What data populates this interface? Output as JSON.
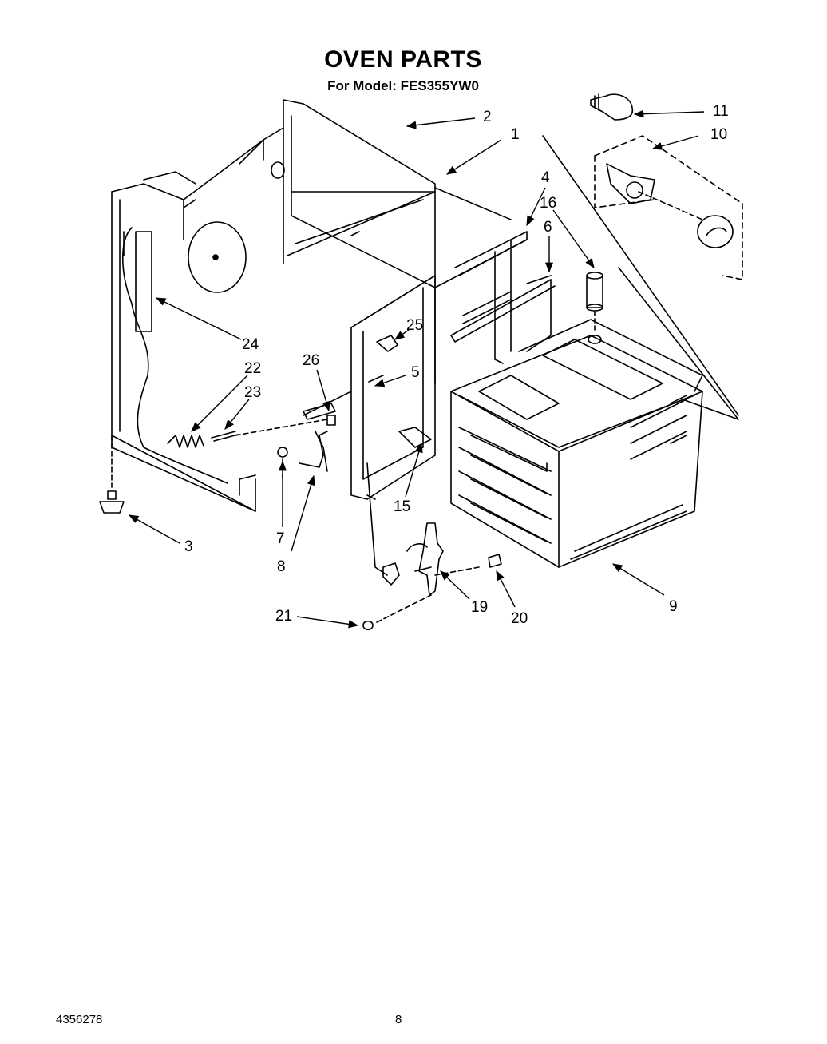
{
  "header": {
    "title": "OVEN PARTS",
    "subtitle": "For Model: FES355YW0"
  },
  "footer": {
    "doc_number": "4356278",
    "page_number": "8"
  },
  "callouts": [
    "1",
    "2",
    "3",
    "4",
    "5",
    "6",
    "7",
    "8",
    "9",
    "10",
    "11",
    "15",
    "16",
    "19",
    "20",
    "21",
    "22",
    "23",
    "24",
    "25",
    "26"
  ]
}
